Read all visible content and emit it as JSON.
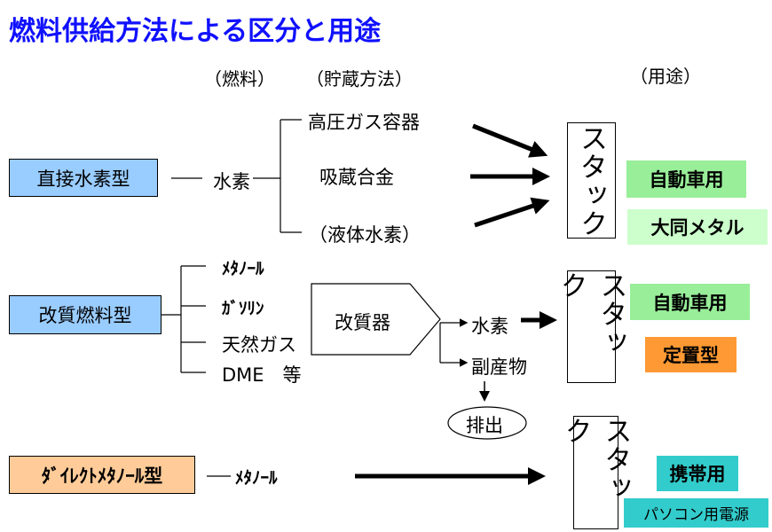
{
  "title": "燃料供給方法による区分と用途",
  "headers": {
    "fuel": "（燃料）",
    "storage": "（貯蔵方法）",
    "use": "（用途）"
  },
  "direct": {
    "type_label": "直接水素型",
    "fuel": "水素",
    "storage": [
      "高圧ガス容器",
      "吸蔵合金",
      "（液体水素）"
    ],
    "stack": "スタック",
    "uses": [
      "自動車用",
      "大同メタル"
    ]
  },
  "reform": {
    "type_label": "改質燃料型",
    "fuels": [
      "ﾒﾀﾉｰﾙ",
      "ｶﾞｿﾘﾝ",
      "天然ガス",
      "DME　等"
    ],
    "reformer": "改質器",
    "hydrogen": "水素",
    "byproduct": "副産物",
    "exhaust": "排出",
    "stack": "スタック",
    "uses": [
      "自動車用",
      "定置型"
    ]
  },
  "dmfc": {
    "type_label": "ﾀﾞｲﾚｸﾄﾒﾀﾉｰﾙ型",
    "fuel": "ﾒﾀﾉｰﾙ",
    "stack": "スタック",
    "uses": [
      "携帯用",
      "パソコン用電源"
    ]
  },
  "colors": {
    "title": "#1010ff",
    "type_box": "#99ccff",
    "dmfc_box": "#ffcc99",
    "green": "#99ee99",
    "light_green": "#ccffcc",
    "orange": "#ff9933",
    "teal": "#33cccc"
  }
}
